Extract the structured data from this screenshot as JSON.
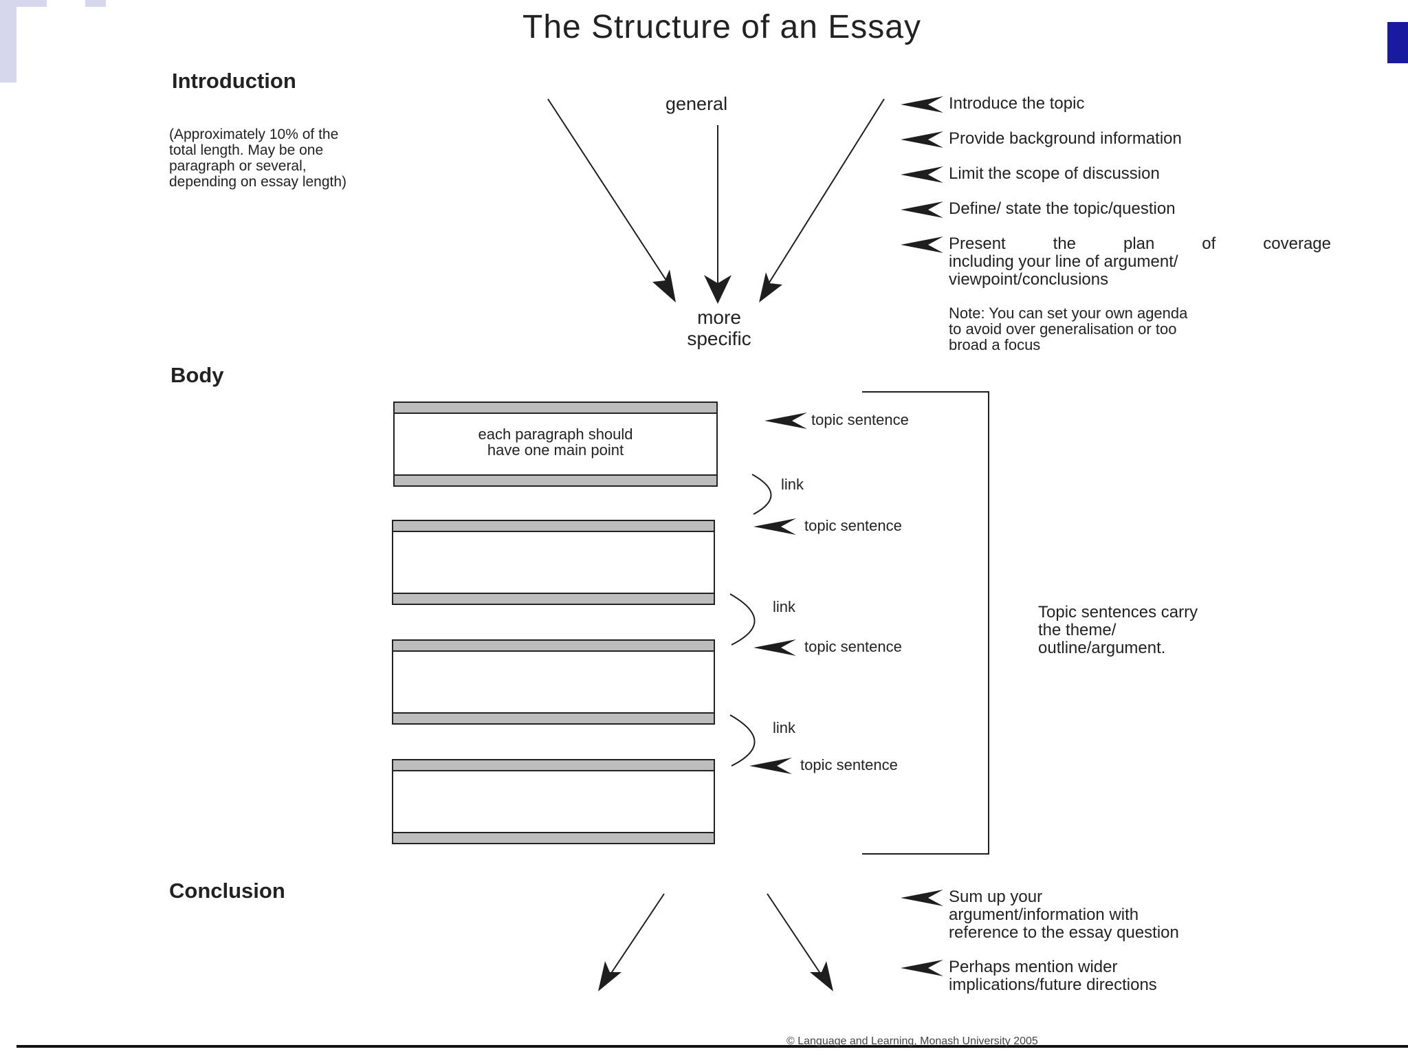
{
  "title": "The Structure of an Essay",
  "introduction": {
    "heading": "Introduction",
    "note_lines": [
      "(Approximately 10% of the",
      "total length. May be one",
      "paragraph or several,",
      "depending on essay length)"
    ],
    "funnel_top": "general",
    "funnel_bottom_lines": [
      "more",
      "specific"
    ],
    "items": [
      "Introduce the topic",
      "Provide background information",
      "Limit the scope of discussion",
      "Define/ state the topic/question"
    ],
    "plan_lines": [
      "Present the plan of coverage",
      "including your line of argument/",
      "viewpoint/conclusions"
    ],
    "agenda_note_lines": [
      "Note: You can set your own agenda",
      "to avoid over generalisation or too",
      "broad a focus"
    ]
  },
  "body": {
    "heading": "Body",
    "paragraph_box_lines": [
      "each paragraph should",
      "have one main point"
    ],
    "topic_label": "topic sentence",
    "link_label": "link",
    "bracket_note_lines": [
      "Topic sentences carry",
      "the theme/",
      "outline/argument."
    ]
  },
  "conclusion": {
    "heading": "Conclusion",
    "item1_lines": [
      "Sum up your",
      "argument/information with",
      "reference to the essay question"
    ],
    "item2_lines": [
      "Perhaps mention wider",
      "implications/future directions"
    ]
  },
  "footer": "© Language and Learning, Monash University 2005",
  "colors": {
    "accent": "#1a1aa0",
    "corner": "#c9c9e6",
    "bar": "#bdbdbd"
  }
}
